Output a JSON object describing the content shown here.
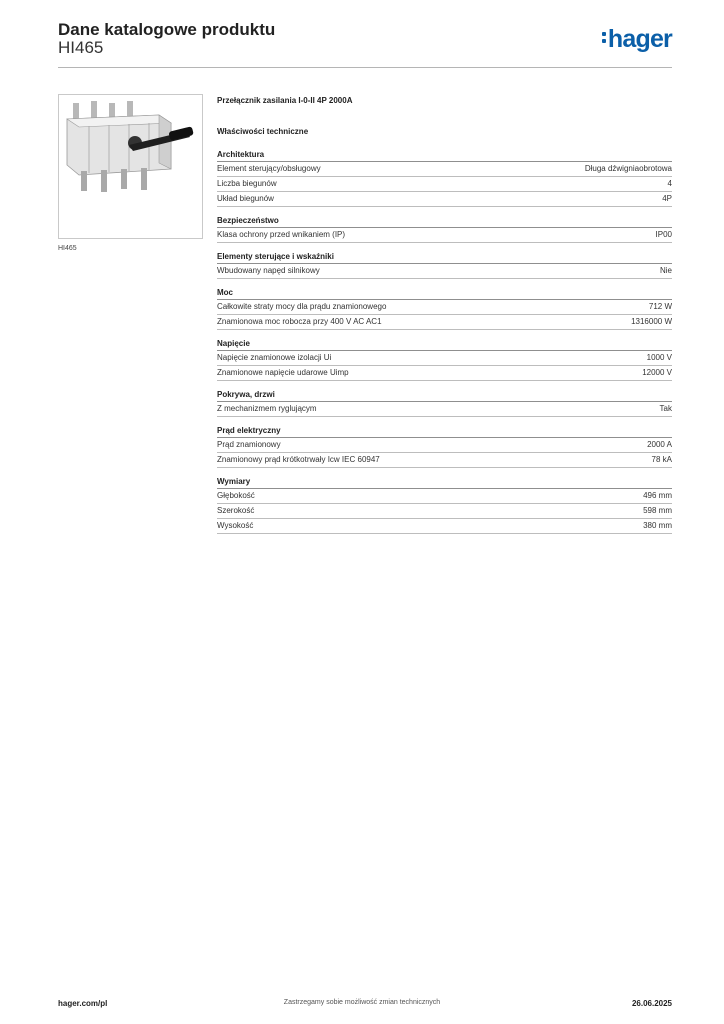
{
  "header": {
    "title": "Dane katalogowe produktu",
    "product_code": "HI465",
    "logo_text": "hager",
    "brand_color": "#0b5fa8"
  },
  "image": {
    "caption": "HI465",
    "icon": "switch-disconnector-photo"
  },
  "product": {
    "title": "Przełącznik zasilania I-0-II 4P 2000A",
    "tech_heading": "Właściwości techniczne"
  },
  "sections": [
    {
      "title": "Architektura",
      "rows": [
        {
          "label": "Element sterujący/obsługowy",
          "value": "Długa dźwigniaobrotowa"
        },
        {
          "label": "Liczba biegunów",
          "value": "4"
        },
        {
          "label": "Układ biegunów",
          "value": "4P"
        }
      ]
    },
    {
      "title": "Bezpieczeństwo",
      "rows": [
        {
          "label": "Klasa ochrony przed wnikaniem (IP)",
          "value": "IP00"
        }
      ]
    },
    {
      "title": "Elementy sterujące i wskaźniki",
      "rows": [
        {
          "label": "Wbudowany napęd silnikowy",
          "value": "Nie"
        }
      ]
    },
    {
      "title": "Moc",
      "rows": [
        {
          "label": "Całkowite straty mocy dla prądu znamionowego",
          "value": "712 W"
        },
        {
          "label": "Znamionowa moc robocza przy 400 V AC AC1",
          "value": "1316000 W"
        }
      ]
    },
    {
      "title": "Napięcie",
      "rows": [
        {
          "label": "Napięcie znamionowe izolacji Ui",
          "value": "1000 V"
        },
        {
          "label": "Znamionowe napięcie udarowe Uimp",
          "value": "12000 V"
        }
      ]
    },
    {
      "title": "Pokrywa, drzwi",
      "rows": [
        {
          "label": "Z mechanizmem ryglującym",
          "value": "Tak"
        }
      ]
    },
    {
      "title": "Prąd elektryczny",
      "rows": [
        {
          "label": "Prąd znamionowy",
          "value": "2000 A"
        },
        {
          "label": "Znamionowy prąd krótkotrwały Icw IEC 60947",
          "value": "78 kA"
        }
      ]
    },
    {
      "title": "Wymiary",
      "rows": [
        {
          "label": "Głębokość",
          "value": "496 mm"
        },
        {
          "label": "Szerokość",
          "value": "598 mm"
        },
        {
          "label": "Wysokość",
          "value": "380 mm"
        }
      ]
    }
  ],
  "footer": {
    "website": "hager.com/pl",
    "disclaimer": "Zastrzegamy sobie możliwość zmian technicznych",
    "date": "26.06.2025"
  }
}
